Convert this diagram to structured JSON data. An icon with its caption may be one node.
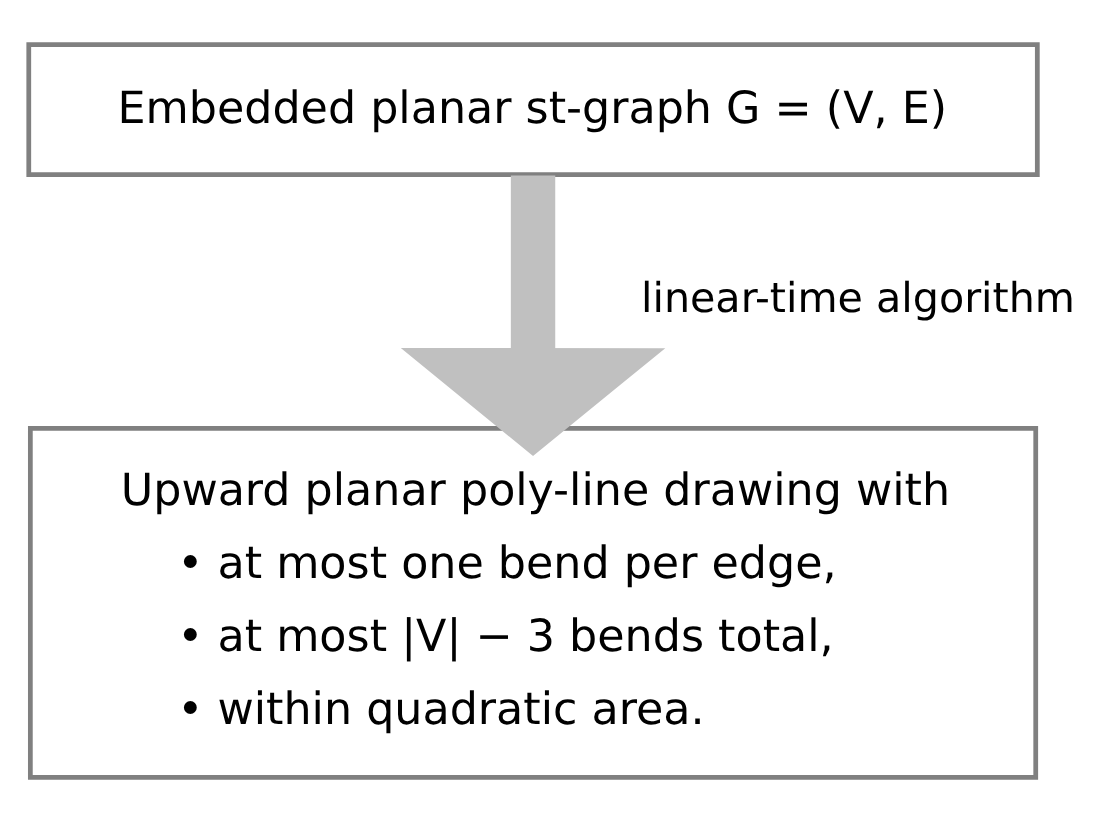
{
  "diagram": {
    "nodes": [
      {
        "text": [
          "Embedded planar st-graph G = (V, E)"
        ]
      },
      {
        "text": [
          "Upward planar poly-line drawing with",
          "• at most one bend per edge,",
          "• at most |V| − 3 bends total,",
          "• within quadratic area."
        ]
      }
    ],
    "edges": [
      {
        "from": 0,
        "to": 1,
        "arrow": "to",
        "label": "linear-time algorithm",
        "color": "#c0c0c0"
      }
    ]
  }
}
